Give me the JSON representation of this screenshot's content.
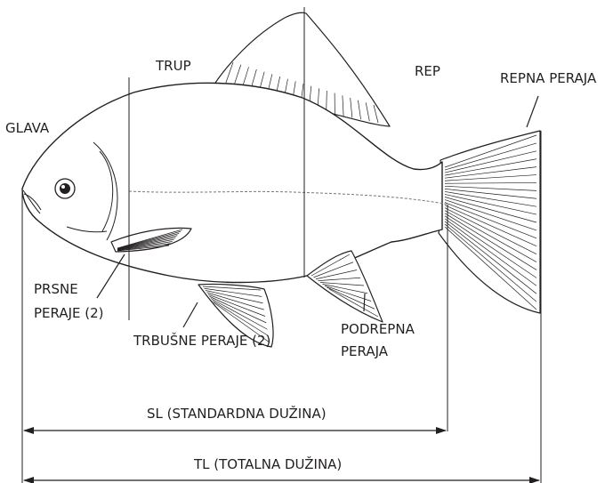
{
  "labels": {
    "head": "GLAVA",
    "trunk": "TRUP",
    "tail": "REP",
    "caudal_fin": "REPNA PERAJA",
    "pectoral_fins_line1": "PRSNE",
    "pectoral_fins_line2": "PERAJE (2)",
    "pelvic_fins": "TRBUŠNE PERAJE (2)",
    "anal_fin_line1": "PODREPNA",
    "anal_fin_line2": "PERAJA",
    "standard_length": "SL (STANDARDNA DUŽINA)",
    "total_length": "TL (TOTALNA DUŽINA)"
  },
  "colors": {
    "ink": "#231f20",
    "background": "#ffffff"
  }
}
